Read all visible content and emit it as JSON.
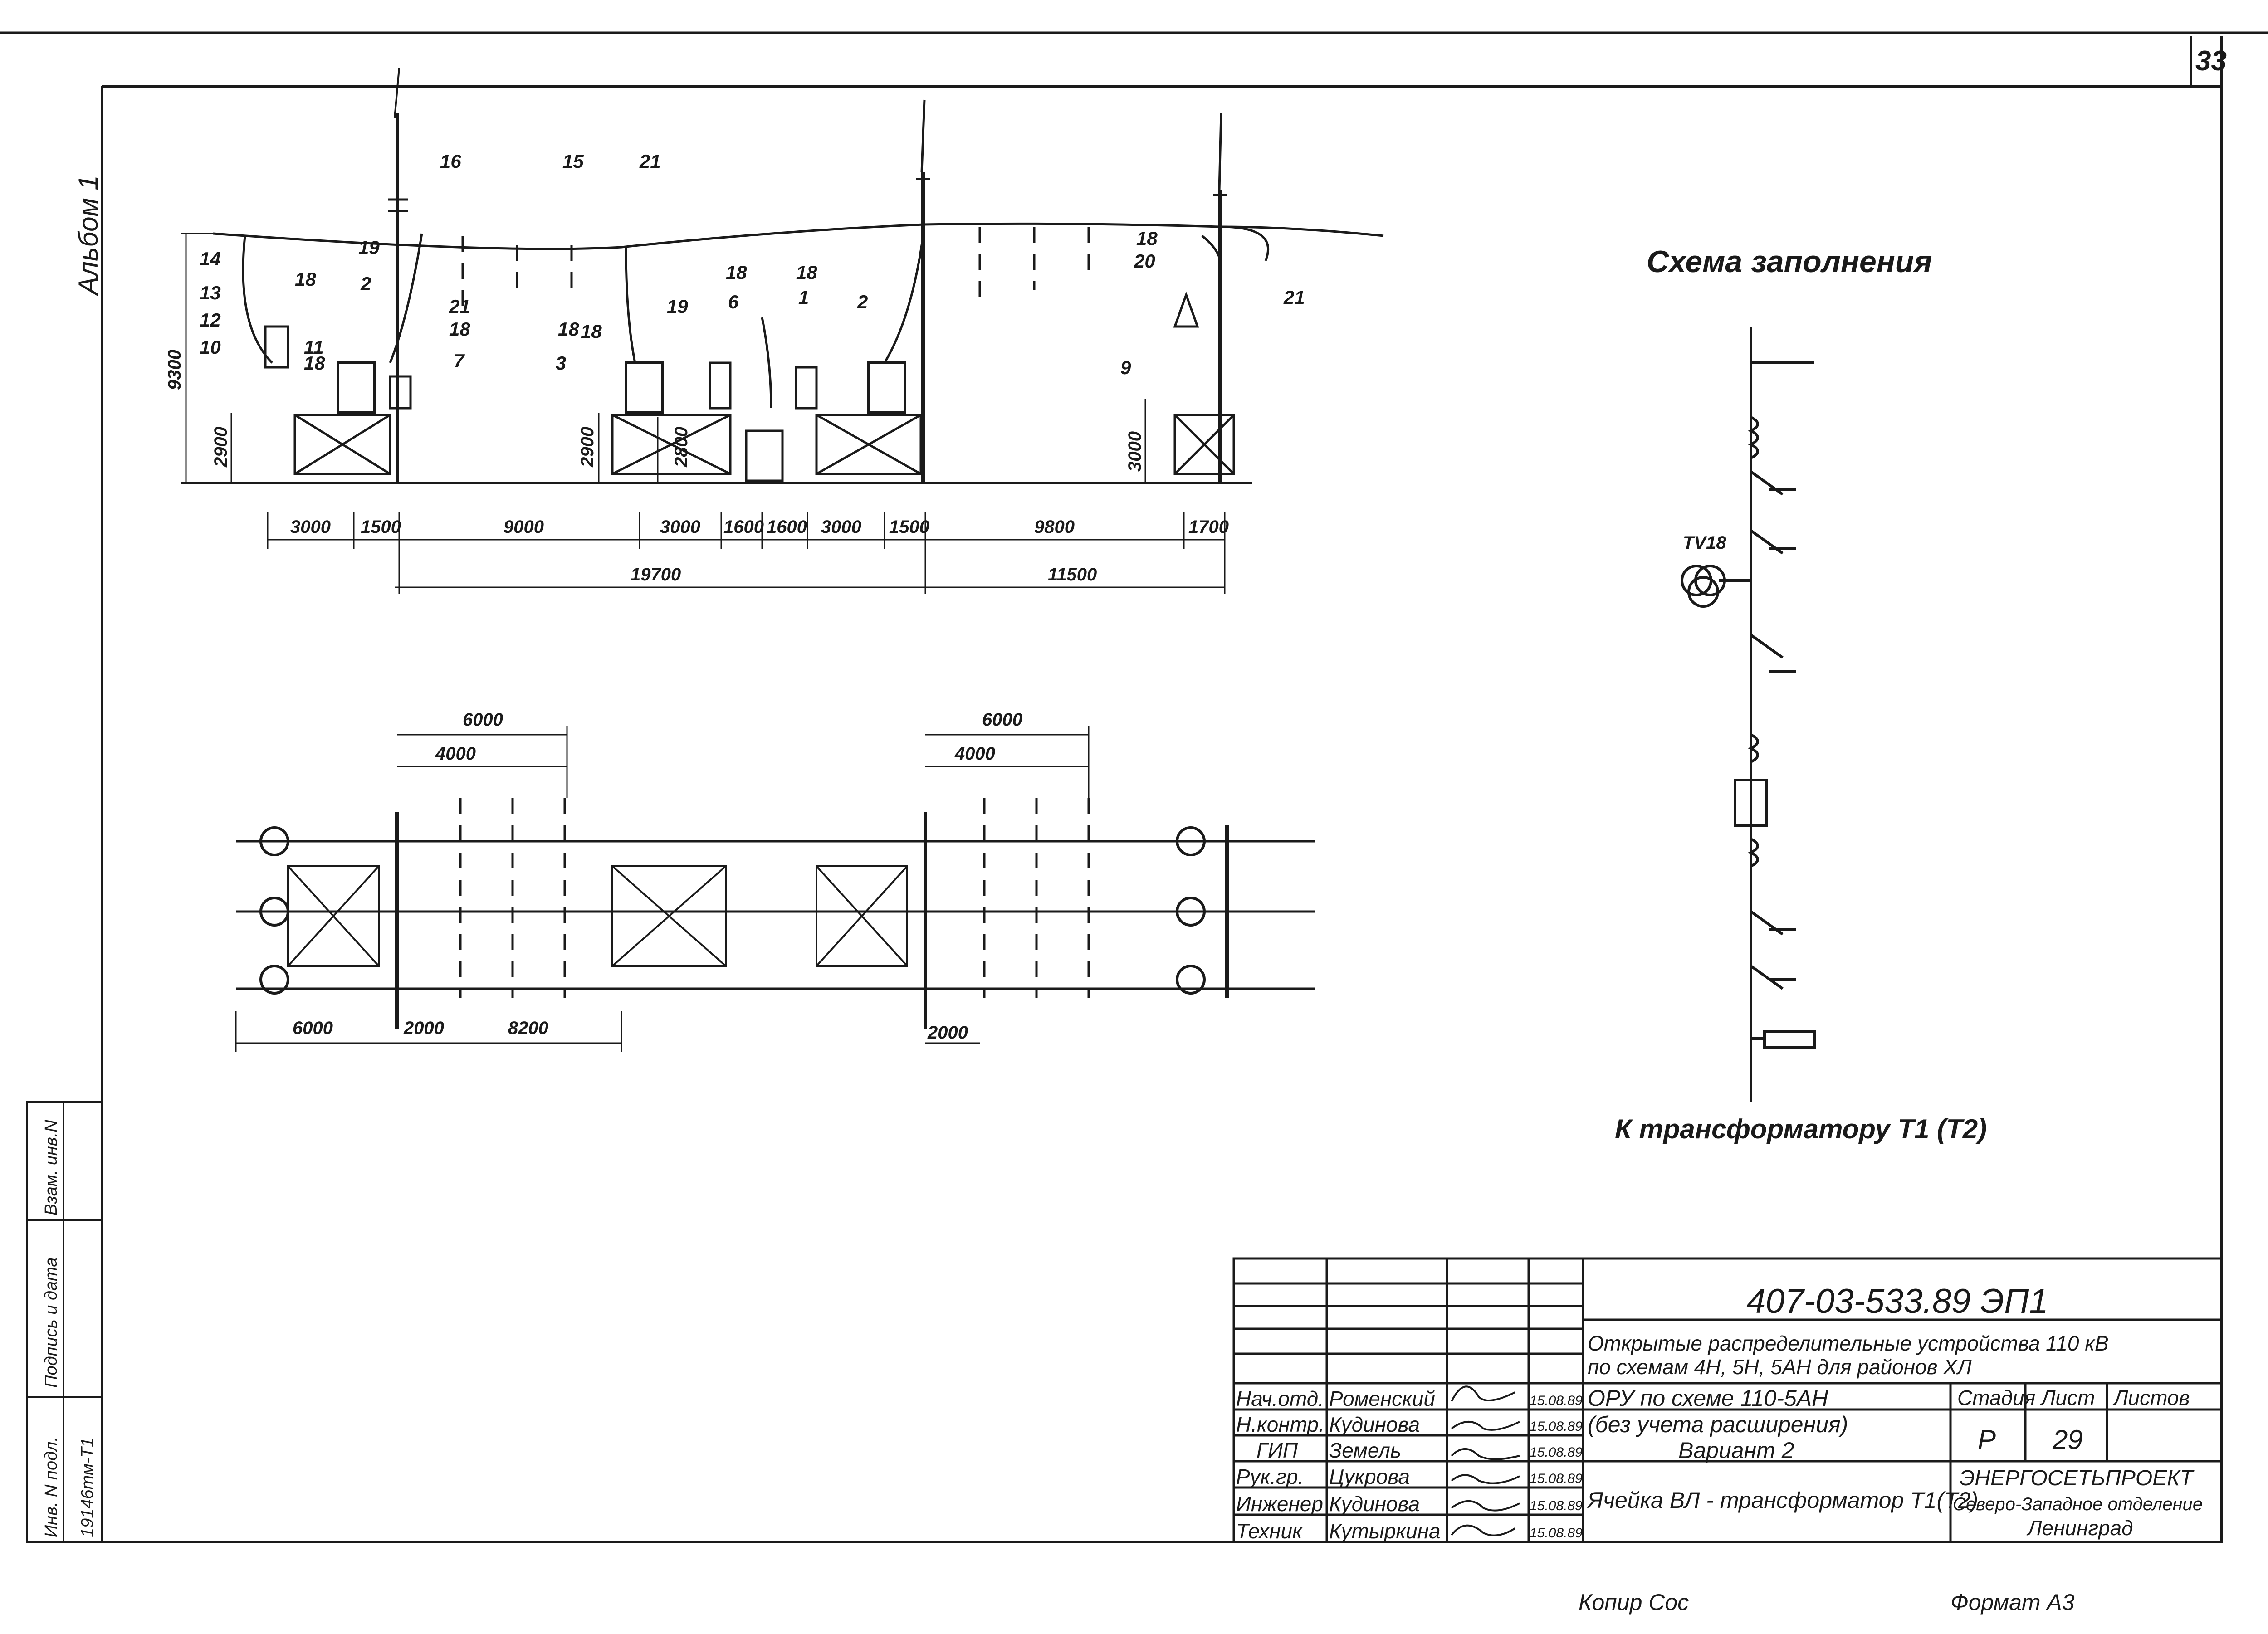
{
  "page_number": "33",
  "album_label": "Альбом 1",
  "section_view": {
    "dimensions": {
      "height_total": "9300",
      "height_a": "2900",
      "height_b": "2900",
      "height_c": "2800",
      "height_d": "3000",
      "row1": [
        "3000",
        "1500",
        "9000",
        "3000",
        "1600",
        "1600",
        "3000",
        "1500",
        "9800",
        "1700"
      ],
      "row2": [
        "19700",
        "11500"
      ]
    },
    "labels": [
      "16",
      "15",
      "21",
      "14",
      "13",
      "12",
      "10",
      "18",
      "19",
      "2",
      "11",
      "18",
      "21",
      "18",
      "7",
      "18",
      "3",
      "19",
      "18",
      "6",
      "18",
      "1",
      "2",
      "18",
      "20",
      "9",
      "21",
      "18"
    ]
  },
  "plan_view": {
    "dimensions": {
      "top_left_outer": "6000",
      "top_left_inner": "4000",
      "top_right_outer": "6000",
      "top_right_inner": "4000",
      "bottom": [
        "6000",
        "2000",
        "8200",
        "2000"
      ]
    }
  },
  "scheme": {
    "title": "Схема заполнения",
    "transformer_label": "TV18",
    "bottom_caption": "К трансформатору Т1 (Т2)"
  },
  "left_stamp": {
    "inv_no": "Инв. N подл.",
    "sign_date": "Подпись и дата",
    "replace_inv": "Взам. инв.N",
    "code": "19146тм-Т1"
  },
  "title_block": {
    "doc_code": "407-03-533.89   ЭП1",
    "project_title_1": "Открытые распределительные устройства 110 кВ",
    "project_title_2": "по схемам 4Н, 5Н, 5АН для районов ХЛ",
    "sheet_title_1": "ОРУ по схеме 110-5АН",
    "sheet_title_2": "(без учета расширения)",
    "sheet_title_3": "Вариант 2",
    "drawing_title": "Ячейка ВЛ - трансформатор Т1(Т2)",
    "stage_header": "Стадия",
    "sheet_header": "Лист",
    "sheets_header": "Листов",
    "stage_value": "Р",
    "sheet_value": "29",
    "org_1": "ЭНЕРГОСЕТЬПРОЕКТ",
    "org_2": "Северо-Западное отделение",
    "org_3": "Ленинград",
    "people": [
      {
        "role": "Нач.отд.",
        "name": "Роменский",
        "date": "15.08.89"
      },
      {
        "role": "Н.контр.",
        "name": "Кудинова",
        "date": "15.08.89"
      },
      {
        "role": "ГИП",
        "name": "Земель",
        "date": "15.08.89"
      },
      {
        "role": "Рук.гр.",
        "name": "Цукрова",
        "date": "15.08.89"
      },
      {
        "role": "Инженер",
        "name": "Кудинова",
        "date": "15.08.89"
      },
      {
        "role": "Техник",
        "name": "Кутыркина",
        "date": "15.08.89"
      }
    ]
  },
  "footer": {
    "copied": "Копир Сос",
    "format": "Формат А3"
  }
}
